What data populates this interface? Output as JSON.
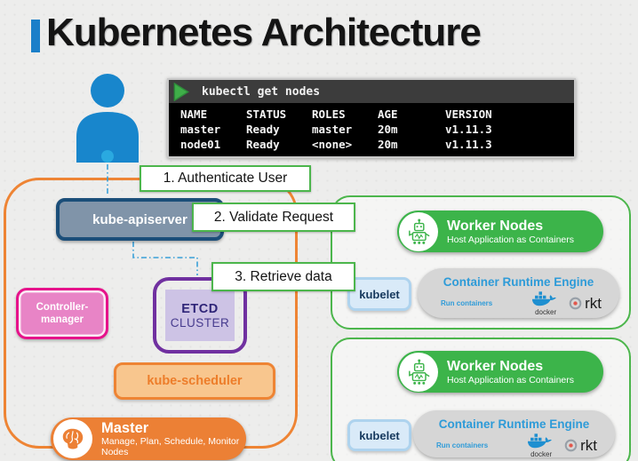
{
  "title": "Kubernetes Architecture",
  "terminal": {
    "command": "kubectl get nodes",
    "columns": [
      "NAME",
      "STATUS",
      "ROLES",
      "AGE",
      "VERSION"
    ],
    "rows": [
      [
        "master",
        "Ready",
        "master",
        "20m",
        "v1.11.3"
      ],
      [
        "node01",
        "Ready",
        "<none>",
        "20m",
        "v1.11.3"
      ]
    ]
  },
  "steps": {
    "s1": "1. Authenticate User",
    "s2": "2. Validate Request",
    "s3": "3. Retrieve data"
  },
  "master_group": {
    "apiserver": "kube-apiserver",
    "controller_line1": "Controller-",
    "controller_line2": "manager",
    "etcd_line1": "ETCD",
    "etcd_line2": "CLUSTER",
    "scheduler": "kube-scheduler",
    "badge_title": "Master",
    "badge_subtitle": "Manage, Plan, Schedule, Monitor Nodes"
  },
  "worker": {
    "title": "Worker Nodes",
    "subtitle": "Host Application as Containers",
    "kubelet": "kubelet",
    "runtime_title": "Container Runtime Engine",
    "runtime_caption": "Run containers",
    "docker_label": "docker",
    "rkt_label": "rkt"
  },
  "icons": {
    "user": "user-icon",
    "prompt": "play-icon",
    "worker": "robot-icon",
    "master": "brain-icon",
    "docker": "docker-whale-icon",
    "rkt": "rkt-icon"
  },
  "colors": {
    "accent_blue": "#1886cc",
    "title_bar_blue": "#1b7fc9",
    "orange_border": "#ee8434",
    "orange_fill": "#f8c68e",
    "master_badge": "#ec8035",
    "green": "#3cb44a",
    "green_border": "#4cb64c",
    "magenta_border": "#e6138b",
    "pink_fill": "#e884c6",
    "purple_border": "#7030a0",
    "lavender_fill": "#cdc3e5",
    "slate_fill": "#8094a9",
    "navy_border": "#1b4e79",
    "kubelet_fill": "#d9eaf8",
    "runtime_gray": "#d6d6d6",
    "runtime_blue": "#2e9bd8",
    "terminal_header": "#3c3c3c",
    "connector_blue": "#3aa0d8"
  }
}
